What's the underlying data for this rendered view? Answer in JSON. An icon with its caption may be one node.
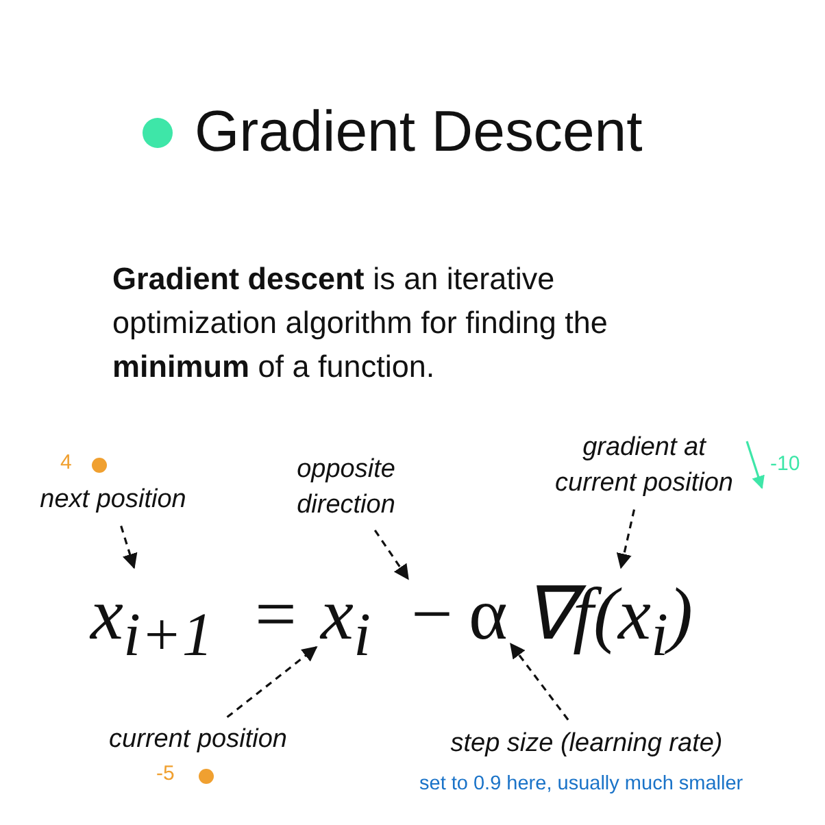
{
  "diagram": {
    "title": "Gradient Descent",
    "nodes": [
      {
        "text": [
          "next position"
        ]
      },
      {
        "text": [
          "opposite direction"
        ]
      },
      {
        "text": [
          "gradient at current position"
        ]
      },
      {
        "text": [
          "x$_{i+1}$"
        ]
      },
      {
        "text": [
          "x$_{i}$"
        ]
      },
      {
        "text": [
          "−"
        ]
      },
      {
        "text": [
          "α"
        ]
      },
      {
        "text": [
          "∇f(x$_{i}$)"
        ]
      },
      {
        "text": [
          "current position"
        ]
      },
      {
        "text": [
          "step size (learning rate)"
        ],
        "beside": [
          "set to 0.9 here, usually much smaller"
        ]
      }
    ],
    "edges": [
      {
        "from": 0,
        "to": 3,
        "arrow": "to",
        "style": "dashed"
      },
      {
        "from": 1,
        "to": 5,
        "arrow": "to",
        "style": "dashed"
      },
      {
        "from": 2,
        "to": 7,
        "arrow": "to",
        "style": "dashed"
      },
      {
        "from": 8,
        "to": 4,
        "arrow": "to",
        "style": "dashed"
      },
      {
        "from": 9,
        "to": 6,
        "arrow": "to",
        "style": "dashed"
      }
    ],
    "labels": [
      "**Gradient descent** is an iterative optimization algorithm for finding the **minimum** of a function.",
      "4",
      "-10",
      "=",
      "-5"
    ]
  }
}
